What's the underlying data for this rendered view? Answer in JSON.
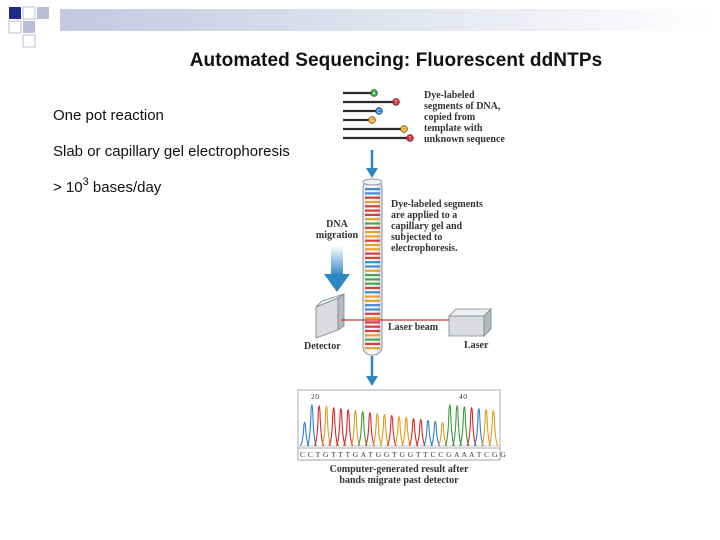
{
  "slide": {
    "title": "Automated Sequencing: Fluorescent ddNTPs",
    "bullets": [
      {
        "text": "One pot reaction"
      },
      {
        "text": "Slab or capillary gel electrophoresis"
      },
      {
        "text_before": "> 10",
        "sup": "3",
        "text_after": " bases/day"
      }
    ]
  },
  "figure": {
    "labels": {
      "dye_segments": [
        "Dye-labeled",
        "segments of DNA,",
        "copied from",
        "template with",
        "unknown sequence"
      ],
      "applied": [
        "Dye-labeled segments",
        "are applied to a",
        "capillary gel and",
        "subjected to",
        "electrophoresis."
      ],
      "dna_migration": [
        "DNA",
        "migration"
      ],
      "laser_beam": "Laser beam",
      "detector": "Detector",
      "laser": "Laser",
      "result": [
        "Computer-generated result after",
        "bands migrate past detector"
      ],
      "tick_20": "20",
      "tick_40": "40",
      "sequence": "C C T G T T T G A T G G T G G T T C C G A A A T C G G"
    },
    "dye_tags": [
      "A",
      "T",
      "C",
      "G",
      "G",
      "T"
    ],
    "colors": {
      "A": "#3a9a3a",
      "T": "#d42a2a",
      "C": "#2e7fd0",
      "G": "#e39a17",
      "arrow": "#2e86c1",
      "laser_beam": "#d03030"
    }
  }
}
